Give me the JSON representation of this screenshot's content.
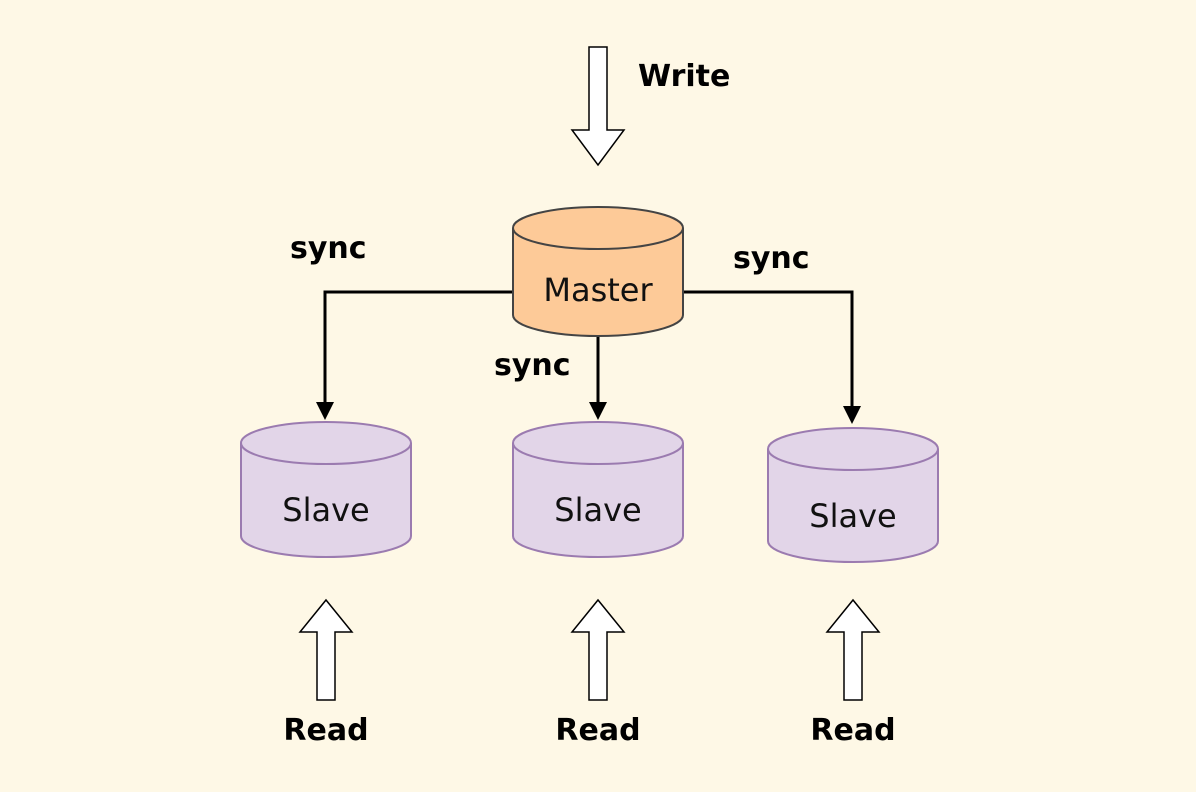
{
  "colors": {
    "background": "#fef8e6",
    "master_fill": "#fdca98",
    "master_stroke": "#444444",
    "slave_fill": "#e2d5e8",
    "slave_stroke": "#9b7bb0"
  },
  "labels": {
    "write": "Write",
    "sync_left": "sync",
    "sync_middle": "sync",
    "sync_right": "sync",
    "read": [
      "Read",
      "Read",
      "Read"
    ]
  },
  "nodes": {
    "master": "Master",
    "slaves": [
      "Slave",
      "Slave",
      "Slave"
    ]
  }
}
